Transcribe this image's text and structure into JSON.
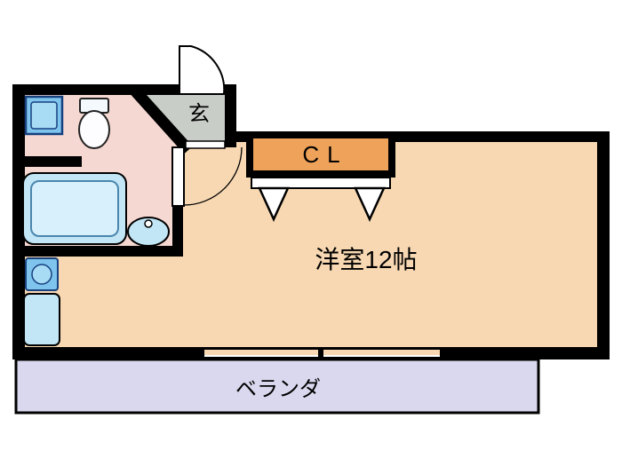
{
  "floorplan": {
    "rooms": {
      "entrance": {
        "label": "玄"
      },
      "closet": {
        "label": "CL"
      },
      "main_room": {
        "label": "洋室12帖"
      },
      "veranda": {
        "label": "ベランダ"
      }
    },
    "colors": {
      "wall": "#000000",
      "background": "#ffffff",
      "main_room": "#F8D8B2",
      "bathroom": "#F6D8D2",
      "closet": "#EFA259",
      "entrance": "#C8CDC8",
      "veranda": "#DAD8EE",
      "fixture_fill": "#C2E6F6",
      "fixture_inner": "#D8F0FB",
      "appliance_fill": "#7EC4EC"
    },
    "fixtures": {
      "washing_machine": "washing-machine-icon",
      "toilet": "toilet-icon",
      "bathtub": "bathtub-icon",
      "washbasin": "washbasin-icon",
      "kitchen_sink": "kitchen-sink-icon",
      "kitchen_counter": "kitchen-counter-icon",
      "closet_hanger": "hanger-icon",
      "entrance_door": "door-swing-icon",
      "room_door": "door-leaf-icon"
    }
  }
}
